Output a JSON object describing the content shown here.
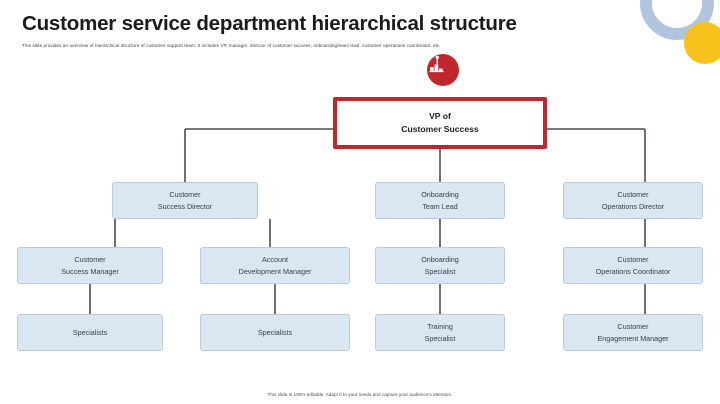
{
  "slide": {
    "title": "Customer service department hierarchical structure",
    "subtitle": "This slide provides an overview of hierarchical structure of customer support team. It includes VP, manager, director of customer success, onboarding/team lead, customer operations coordinator, etc.",
    "footer": "This slide is 100% editable. Adapt it to your needs and capture your audience's attention."
  },
  "colors": {
    "accent_red": "#c0272d",
    "node_fill": "#dbe7f0",
    "node_border": "#b9ccdb",
    "connector": "#4a4f56",
    "deco_blue": "#a9bfda",
    "deco_yellow": "#f6c21b",
    "title_text": "#1b1b1b"
  },
  "icons": {
    "root": "leadership-podium-icon"
  },
  "chart_data": {
    "type": "diagram",
    "title": "Customer service department hierarchical structure",
    "orientation": "top-down",
    "nodes": [
      {
        "id": "vp",
        "label": "VP of\nCustomer Success",
        "line1": "VP of",
        "line2": "Customer Success",
        "level": 0,
        "style": "root"
      },
      {
        "id": "csd",
        "label": "Customer Success Director",
        "line1": "Customer",
        "line2": "Success Director",
        "level": 1,
        "style": "blue",
        "parent": "vp"
      },
      {
        "id": "otl",
        "label": "Onboarding Team Lead",
        "line1": "Onboarding",
        "line2": "Team Lead",
        "level": 1,
        "style": "blue",
        "parent": "vp"
      },
      {
        "id": "cod",
        "label": "Customer Operations Director",
        "line1": "Customer",
        "line2": "Operations Director",
        "level": 1,
        "style": "blue",
        "parent": "vp"
      },
      {
        "id": "csm",
        "label": "Customer Success Manager",
        "line1": "Customer",
        "line2": "Success Manager",
        "level": 2,
        "style": "blue",
        "parent": "csd"
      },
      {
        "id": "adm",
        "label": "Account Development Manager",
        "line1": "Account",
        "line2": "Development Manager",
        "level": 2,
        "style": "blue",
        "parent": "csd"
      },
      {
        "id": "obs",
        "label": "Onboarding Specialist",
        "line1": "Onboarding",
        "line2": "Specialist",
        "level": 2,
        "style": "blue",
        "parent": "otl"
      },
      {
        "id": "coc",
        "label": "Customer Operations Coordinator",
        "line1": "Customer",
        "line2": "Operations Coordinator",
        "level": 2,
        "style": "blue",
        "parent": "cod"
      },
      {
        "id": "spec1",
        "label": "Specialists",
        "line1": "Specialists",
        "line2": "",
        "level": 3,
        "style": "blue",
        "parent": "csm"
      },
      {
        "id": "spec2",
        "label": "Specialists",
        "line1": "Specialists",
        "line2": "",
        "level": 3,
        "style": "blue",
        "parent": "adm"
      },
      {
        "id": "trs",
        "label": "Training Specialist",
        "line1": "Training",
        "line2": "Specialist",
        "level": 3,
        "style": "blue",
        "parent": "obs"
      },
      {
        "id": "cem",
        "label": "Customer Engagement Manager",
        "line1": "Customer",
        "line2": "Engagement Manager",
        "level": 3,
        "style": "blue",
        "parent": "coc"
      }
    ],
    "edges": [
      {
        "from": "vp",
        "to": "csd"
      },
      {
        "from": "vp",
        "to": "otl"
      },
      {
        "from": "vp",
        "to": "cod"
      },
      {
        "from": "csd",
        "to": "csm"
      },
      {
        "from": "csd",
        "to": "adm"
      },
      {
        "from": "otl",
        "to": "obs"
      },
      {
        "from": "cod",
        "to": "coc"
      },
      {
        "from": "csm",
        "to": "spec1"
      },
      {
        "from": "adm",
        "to": "spec2"
      },
      {
        "from": "obs",
        "to": "trs"
      },
      {
        "from": "coc",
        "to": "cem"
      }
    ],
    "levels": 4
  }
}
